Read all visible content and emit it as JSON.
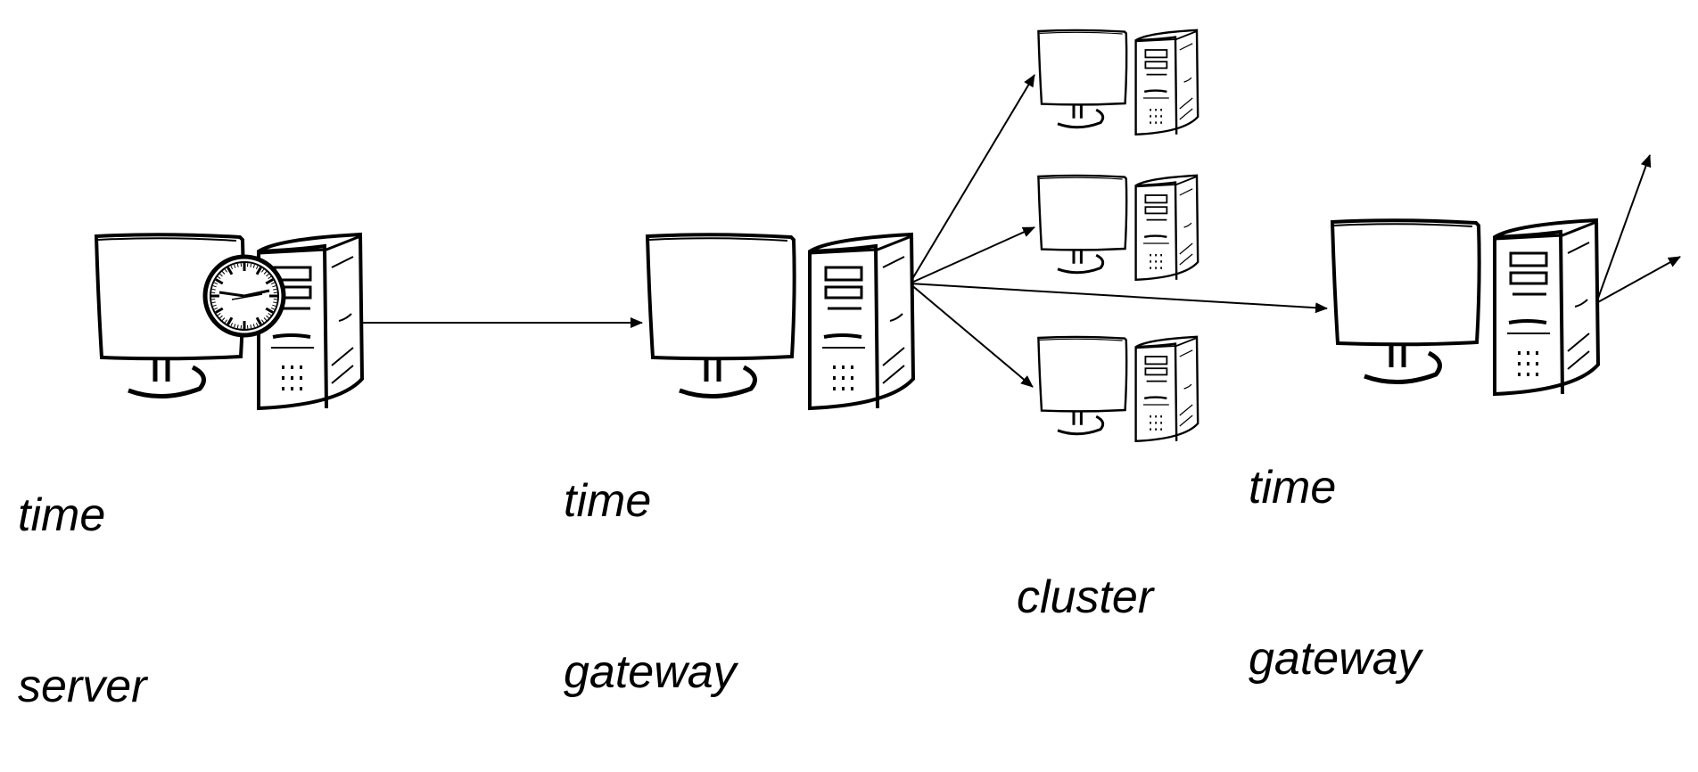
{
  "labels": {
    "time_server": [
      "time",
      "server"
    ],
    "gateway_1": [
      "time",
      "gateway"
    ],
    "gateway_2": [
      "time",
      "gateway"
    ],
    "cluster": "cluster"
  },
  "icons": {
    "computer": "computer-icon",
    "clock": "clock-icon"
  },
  "colors": {
    "stroke": "#000000",
    "background": "#ffffff"
  }
}
